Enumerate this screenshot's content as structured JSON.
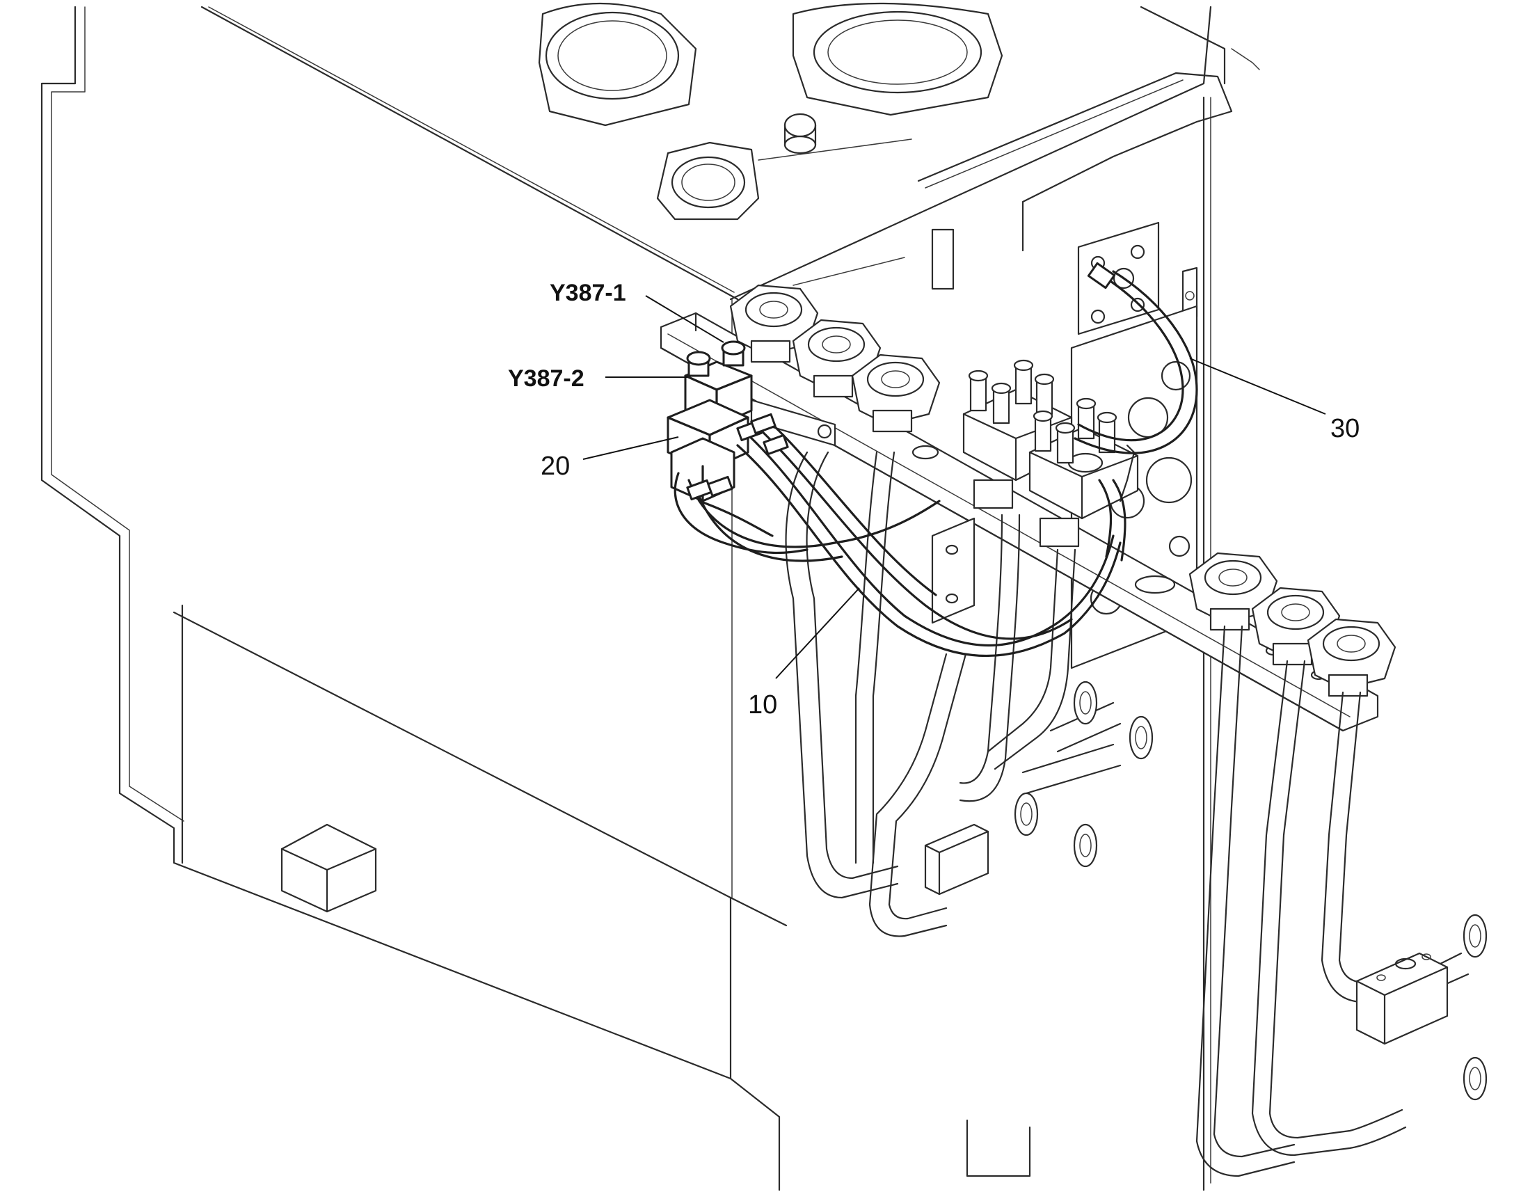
{
  "callouts": {
    "y387_1": "Y387-1",
    "y387_2": "Y387-2",
    "item_20": "20",
    "item_30": "30",
    "item_10": "10"
  }
}
